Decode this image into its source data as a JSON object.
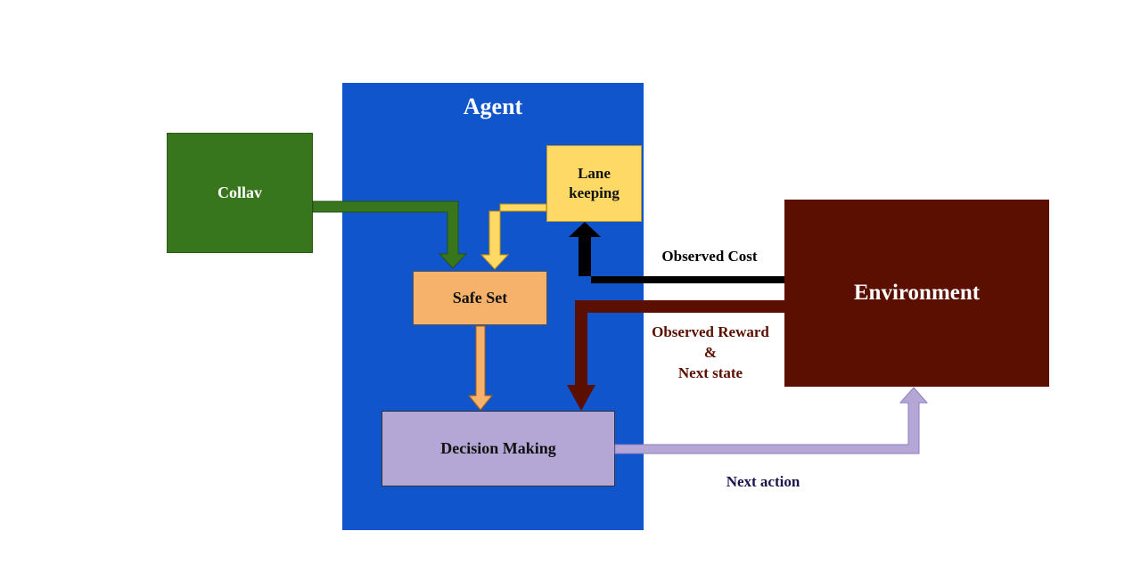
{
  "diagram": {
    "agent": {
      "title": "Agent",
      "color": "#1155cc"
    },
    "nodes": {
      "collav": {
        "label": "Collav",
        "color": "#38761d"
      },
      "lane_keeping": {
        "line1": "Lane",
        "line2": "keeping",
        "color": "#ffd966"
      },
      "safe_set": {
        "label": "Safe Set",
        "color": "#f6b26b"
      },
      "decision_making": {
        "label": "Decision Making",
        "color": "#b4a7d6"
      },
      "environment": {
        "label": "Environment",
        "color": "#5b0f00"
      }
    },
    "edges": {
      "observed_cost": {
        "label": "Observed Cost",
        "color": "#000000"
      },
      "observed_reward": {
        "line1": "Observed Reward",
        "line2": "&",
        "line3": "Next state",
        "color": "#5b0f00"
      },
      "next_action": {
        "label": "Next action",
        "color": "#b4a7d6",
        "text_color": "#20124d"
      }
    }
  }
}
